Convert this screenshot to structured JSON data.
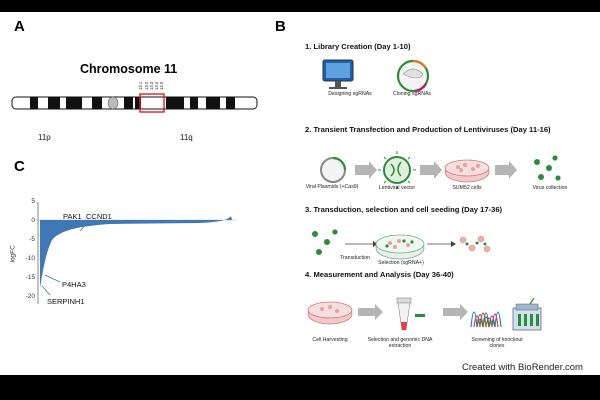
{
  "panels": {
    "a": "A",
    "b": "B",
    "c": "C"
  },
  "chromosome": {
    "title": "Chromosome 11",
    "arm_p": "11p",
    "arm_q": "11q",
    "bands": [
      "13.1",
      "13.2",
      "13.3",
      "13.4",
      "13.5"
    ]
  },
  "plot": {
    "ylabel": "logFC",
    "ticks": [
      "5",
      "0",
      "-5",
      "-10",
      "-15",
      "-20"
    ],
    "genes": {
      "pak1": "PAK1",
      "ccnd1": "CCND1",
      "p4ha3": "P4HA3",
      "serpinh1": "SERPINH1"
    },
    "bar_color": "#3f78b4"
  },
  "steps": [
    {
      "title": "1. Library Creation (Day 1-10)"
    },
    {
      "title": "2. Transient Transfection and Production of Lentiviruses (Day 11-16)"
    },
    {
      "title": "3. Transduction, selection and cell seeding (Day 17-36)"
    },
    {
      "title": "4. Measurement and Analysis (Day 36-40)"
    }
  ],
  "captions": {
    "designing": "Designing sgRNAs",
    "cloning": "Cloning sgRNAs",
    "viral": "Viral Plasmids (+Cas9)",
    "lenti": "Lentiviral vector",
    "sum52": "SUM52 cells",
    "virus": "Virus collection",
    "transduction": "Transduction",
    "selection": "Selection (sgRNA+)",
    "harvest": "Cell Harvesting",
    "dna": "Selection and genomic DNA extraction",
    "screening": "Screening of knockout clones"
  },
  "footer": "Created with BioRender.com",
  "colors": {
    "highlight_red": "#e01b1b",
    "arrow_gray": "#b5b5b5",
    "virus_green": "#2e8b3a"
  }
}
